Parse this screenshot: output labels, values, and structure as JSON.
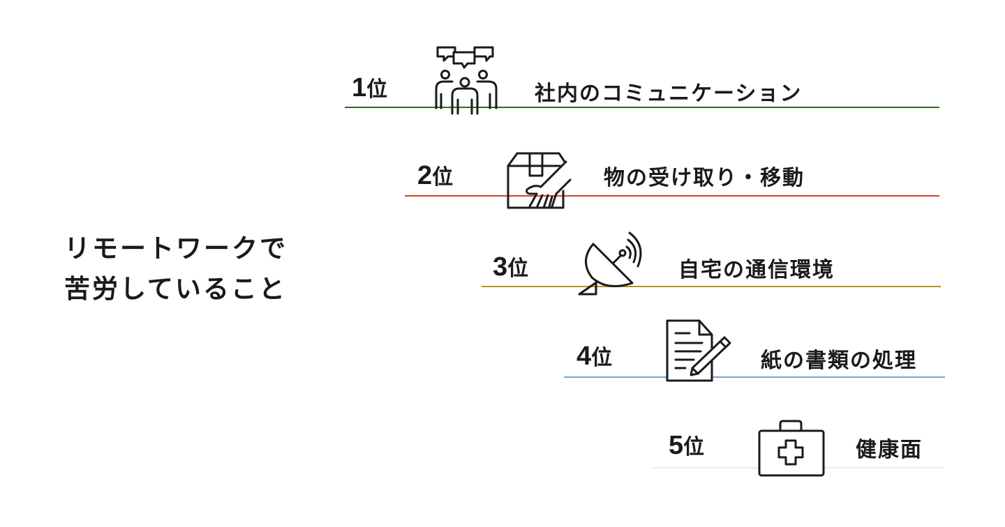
{
  "title": {
    "line1": "リモートワークで",
    "line2": "苦労していること"
  },
  "ranks": [
    {
      "number": "1",
      "suffix": "位",
      "text": "社内のコミュニケーション",
      "icon": "group-conversation-icon",
      "color": "#2e6b1f"
    },
    {
      "number": "2",
      "suffix": "位",
      "text": "物の受け取り・移動",
      "icon": "package-hand-icon",
      "color": "#d9421f"
    },
    {
      "number": "3",
      "suffix": "位",
      "text": "自宅の通信環境",
      "icon": "satellite-dish-icon",
      "color": "#b8901c"
    },
    {
      "number": "4",
      "suffix": "位",
      "text": "紙の書類の処理",
      "icon": "document-pen-icon",
      "color": "#6ea6dc"
    },
    {
      "number": "5",
      "suffix": "位",
      "text": "健康面",
      "icon": "first-aid-kit-icon",
      "color": "#ecebd9"
    }
  ]
}
